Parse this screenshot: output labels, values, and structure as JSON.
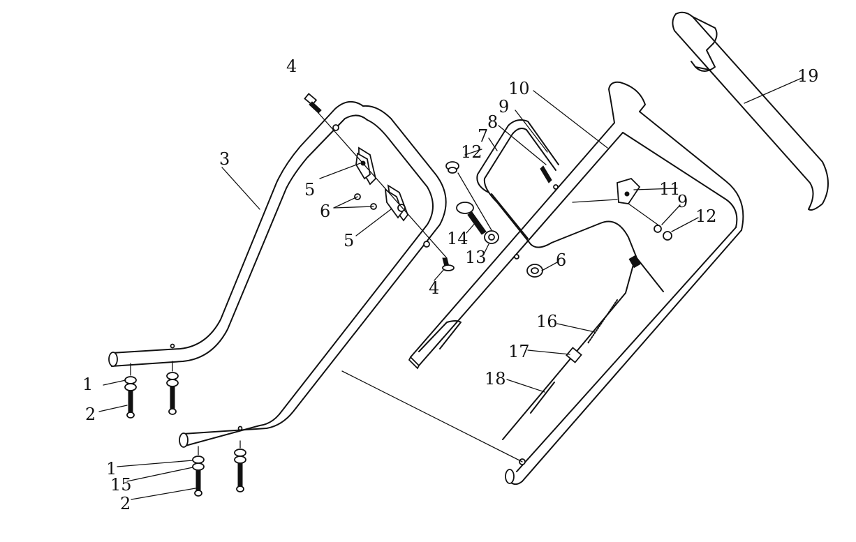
{
  "diagram": {
    "callouts": [
      {
        "id": "c4a",
        "text": "4"
      },
      {
        "id": "c3",
        "text": "3"
      },
      {
        "id": "c5a",
        "text": "5"
      },
      {
        "id": "c6a",
        "text": "6"
      },
      {
        "id": "c5b",
        "text": "5"
      },
      {
        "id": "c4b",
        "text": "4"
      },
      {
        "id": "c1a",
        "text": "1"
      },
      {
        "id": "c2a",
        "text": "2"
      },
      {
        "id": "c1b",
        "text": "1"
      },
      {
        "id": "c15",
        "text": "15"
      },
      {
        "id": "c2b",
        "text": "2"
      },
      {
        "id": "c12a",
        "text": "12"
      },
      {
        "id": "c7",
        "text": "7"
      },
      {
        "id": "c8",
        "text": "8"
      },
      {
        "id": "c9a",
        "text": "9"
      },
      {
        "id": "c10",
        "text": "10"
      },
      {
        "id": "c14",
        "text": "14"
      },
      {
        "id": "c13",
        "text": "13"
      },
      {
        "id": "c6b",
        "text": "6"
      },
      {
        "id": "c11",
        "text": "11"
      },
      {
        "id": "c9b",
        "text": "9"
      },
      {
        "id": "c12b",
        "text": "12"
      },
      {
        "id": "c16",
        "text": "16"
      },
      {
        "id": "c17",
        "text": "17"
      },
      {
        "id": "c18",
        "text": "18"
      },
      {
        "id": "c19",
        "text": "19"
      }
    ]
  }
}
